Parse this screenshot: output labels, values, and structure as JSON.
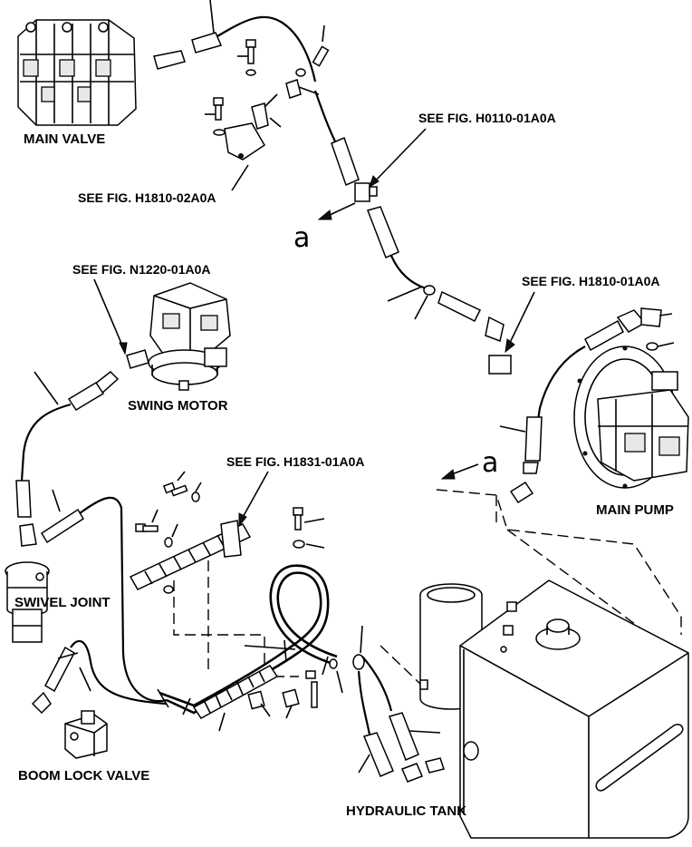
{
  "labels": {
    "main_valve": "MAIN VALVE",
    "swing_motor": "SWING MOTOR",
    "swivel_joint": "SWIVEL JOINT",
    "boom_lock_valve": "BOOM LOCK VALVE",
    "main_pump": "MAIN PUMP",
    "hydraulic_tank": "HYDRAULIC TANK"
  },
  "references": {
    "h0110": "SEE FIG. H0110-01A0A",
    "h1810_02": "SEE FIG. H1810-02A0A",
    "n1220": "SEE FIG. N1220-01A0A",
    "h1810_01": "SEE FIG. H1810-01A0A",
    "h1831": "SEE FIG. H1831-01A0A"
  },
  "markers": {
    "a1": "a",
    "a2": "a"
  }
}
